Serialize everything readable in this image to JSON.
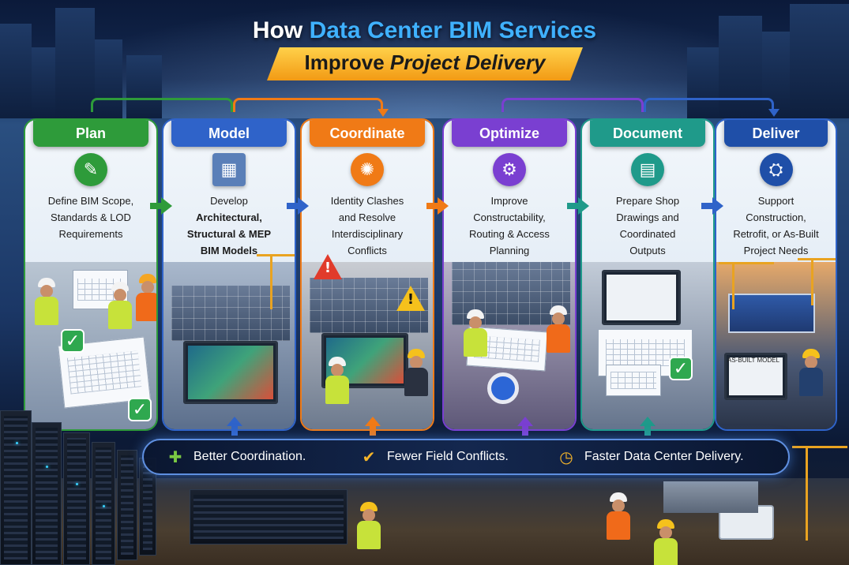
{
  "title": {
    "line1_prefix": "How ",
    "line1_accent": "Data Center BIM Services",
    "line2_prefix": "Improve ",
    "line2_em": "Project Delivery"
  },
  "colors": {
    "plan": "#2e9b3a",
    "model": "#2f63c9",
    "coordinate": "#f07a16",
    "optimize": "#7a3fd1",
    "document": "#1f9a8a",
    "deliver": "#1f4fa8",
    "banner": "#f5b52a"
  },
  "phases": [
    {
      "header": "Plan",
      "icon": "checklist-icon",
      "lines": [
        "Define BIM Scope,",
        "Standards & LOD",
        "Requirements"
      ]
    },
    {
      "header": "Model",
      "icon": "building-icon",
      "lines": [
        "Develop",
        "Architectural,",
        "Structural & MEP",
        "BIM Models"
      ]
    },
    {
      "header": "Coordinate",
      "icon": "network-icon",
      "lines": [
        "Identity Clashes",
        "and Resolve",
        "Interdisciplinary",
        "Conflicts"
      ]
    },
    {
      "header": "Optimize",
      "icon": "gear-tools-icon",
      "lines": [
        "Improve",
        "Constructability,",
        "Routing & Access",
        "Planning"
      ]
    },
    {
      "header": "Document",
      "icon": "document-icon",
      "lines": [
        "Prepare Shop",
        "Drawings and",
        "Coordinated",
        "Outputs"
      ]
    },
    {
      "header": "Deliver",
      "icon": "handshake-icon",
      "lines": [
        "Support",
        "Construction,",
        "Retrofit, or As-Built",
        "Project Needs"
      ]
    }
  ],
  "scene_labels": {
    "as_built": "AS-BUILT MODEL"
  },
  "benefits": [
    {
      "icon": "puzzle-icon",
      "label": "Better Coordination."
    },
    {
      "icon": "check-handshake-icon",
      "label": "Fewer Field Conflicts."
    },
    {
      "icon": "stopwatch-icon",
      "label": "Faster Data Center Delivery."
    }
  ]
}
